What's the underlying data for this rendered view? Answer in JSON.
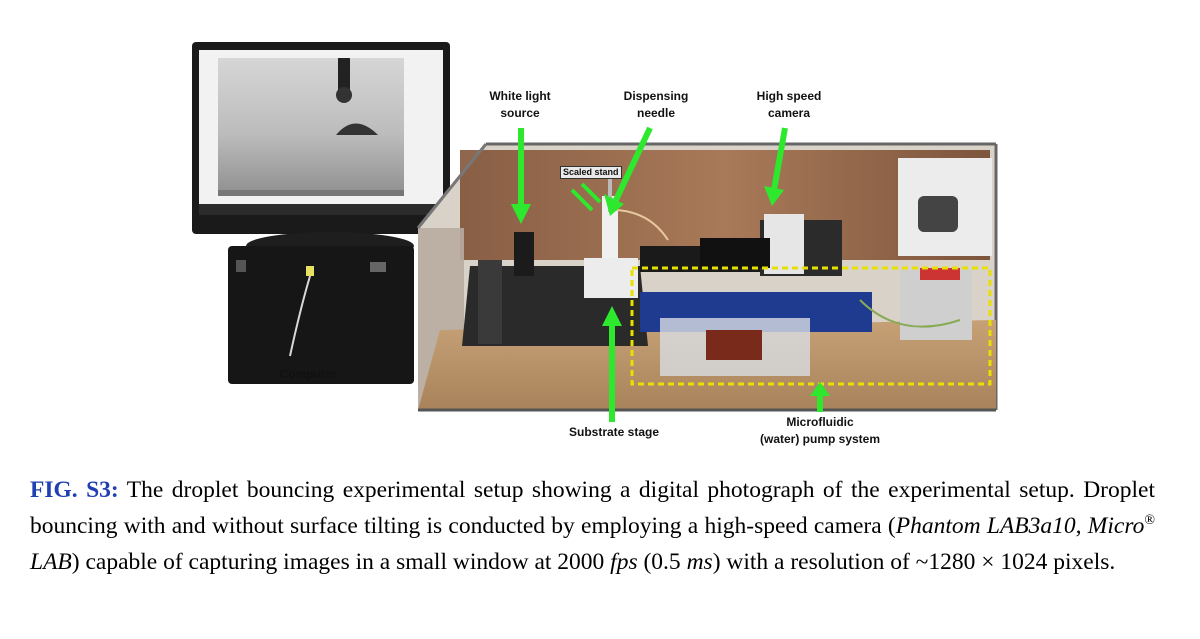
{
  "figure": {
    "labels": {
      "white_light_l1": "White light",
      "white_light_l2": "source",
      "needle_l1": "Dispensing",
      "needle_l2": "needle",
      "camera_l1": "High speed",
      "camera_l2": "camera",
      "scaled_stand": "Scaled stand",
      "computer": "Computer",
      "substrate": "Substrate stage",
      "pump_l1": "Microfluidic",
      "pump_l2": "(water) pump system"
    },
    "colors": {
      "arrow": "#2ee82e",
      "dashed_box": "#e8e000",
      "caption_label": "#1f3fb3"
    }
  },
  "caption": {
    "fig_id": "FIG. S3:",
    "part1": " The droplet bouncing experimental setup showing a digital photograph of the experimental setup. Droplet bouncing with and without surface tilting is conducted by employing a high-speed camera (",
    "model": "Phantom LAB3a10, Micro",
    "reg": "®",
    "model2": " LAB",
    "part2": ") capable of capturing images in a small window at 2000 ",
    "fps": "fps",
    "part3": " (0.5 ",
    "ms": "ms",
    "part4": ") with a resolution of ~1280 × 1024 pixels."
  }
}
